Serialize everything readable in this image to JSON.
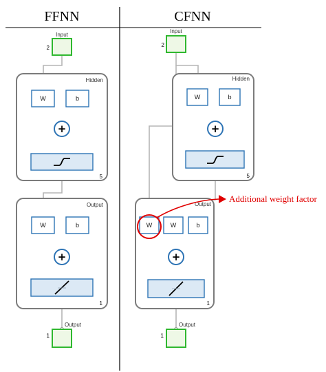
{
  "titles": {
    "left": "FFNN",
    "right": "CFNN"
  },
  "ffnn": {
    "input_label": "Input",
    "input_size": "2",
    "hidden_label": "Hidden",
    "hidden_size": "5",
    "output_layer_label": "Output",
    "output_layer_size": "1",
    "output_label": "Output",
    "output_size": "1",
    "w_label": "W",
    "b_label": "b"
  },
  "cfnn": {
    "input_label": "Input",
    "input_size": "2",
    "hidden_label": "Hidden",
    "hidden_size": "5",
    "output_layer_label": "Output",
    "output_layer_size": "1",
    "output_label": "Output",
    "output_size": "1",
    "w_extra_label": "W",
    "w_label": "W",
    "b_label": "b"
  },
  "annotation": {
    "text": "Additional weight factor",
    "color": "#e00000"
  },
  "colors": {
    "panel_border": "#7b7b7b",
    "box_border": "#2e74b5",
    "io_border": "#2fb82f",
    "io_fill": "#eef8e6",
    "act_fill": "#dce9f5"
  }
}
